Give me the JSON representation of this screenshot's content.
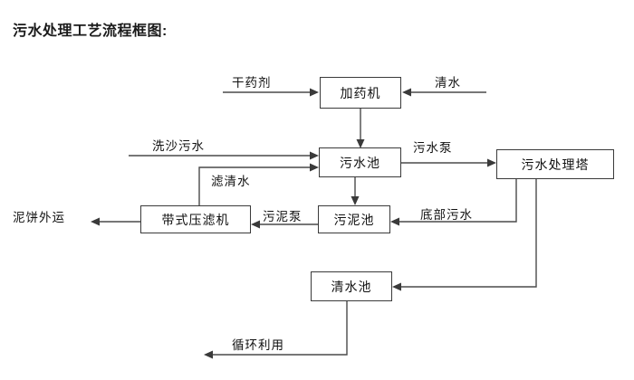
{
  "title": "污水处理工艺流程框图:",
  "diagram": {
    "type": "flowchart",
    "nodes": [
      {
        "id": "dosing",
        "label": "加药机"
      },
      {
        "id": "sewage_pool",
        "label": "污水池"
      },
      {
        "id": "treat_tower",
        "label": "污水处理塔"
      },
      {
        "id": "belt_press",
        "label": "带式压滤机"
      },
      {
        "id": "sludge_pool",
        "label": "污泥池"
      },
      {
        "id": "clearwater_pool",
        "label": "清水池"
      }
    ],
    "edge_labels": [
      {
        "id": "dry_agent",
        "label": "干药剂"
      },
      {
        "id": "clean_water_in",
        "label": "清水"
      },
      {
        "id": "sand_wash",
        "label": "洗沙污水"
      },
      {
        "id": "filtrate",
        "label": "滤清水"
      },
      {
        "id": "sewage_pump",
        "label": "污水泵"
      },
      {
        "id": "sludge_pump",
        "label": "污泥泵"
      },
      {
        "id": "bottom_sewage",
        "label": "底部污水"
      },
      {
        "id": "mud_cake_out",
        "label": "泥饼外运"
      },
      {
        "id": "recycle",
        "label": "循环利用"
      }
    ],
    "colors": {
      "line": "#4a4a4a",
      "box_border": "#3a3a3a",
      "text": "#111111",
      "background": "#ffffff"
    }
  }
}
